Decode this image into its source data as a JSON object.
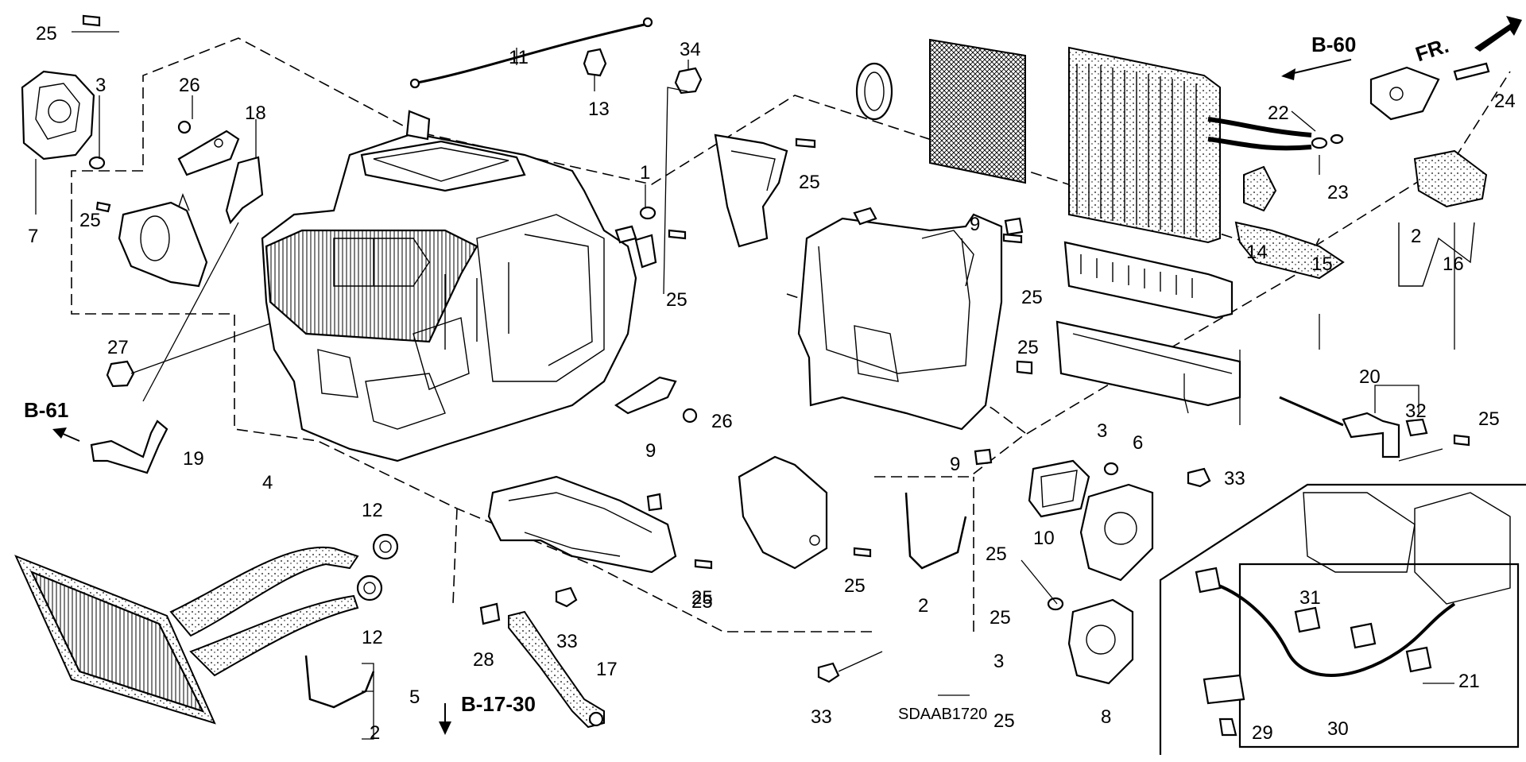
{
  "diagram_code": "SDAAB1720",
  "front_indicator": "FR.",
  "references": [
    {
      "id": "ref-b60",
      "label": "B-60"
    },
    {
      "id": "ref-b61",
      "label": "B-61"
    },
    {
      "id": "ref-b1730",
      "label": "B-17-30"
    }
  ],
  "callouts": {
    "c1": "1",
    "c2a": "2",
    "c2b": "2",
    "c2c": "2",
    "c3a": "3",
    "c3b": "3",
    "c3c": "3",
    "c4": "4",
    "c5": "5",
    "c6": "6",
    "c7": "7",
    "c8": "8",
    "c9a": "9",
    "c9b": "9",
    "c9c": "9",
    "c10": "10",
    "c11": "11",
    "c12a": "12",
    "c12b": "12",
    "c13": "13",
    "c14": "14",
    "c15": "15",
    "c16": "16",
    "c17": "17",
    "c18": "18",
    "c19": "19",
    "c20": "20",
    "c21": "21",
    "c22": "22",
    "c23": "23",
    "c24": "24",
    "c25a": "25",
    "c25b": "25",
    "c25c": "25",
    "c25d": "25",
    "c25e": "25",
    "c25f": "25",
    "c25g": "25",
    "c25h": "25",
    "c25i": "25",
    "c25j": "25",
    "c25k": "25",
    "c26a": "26",
    "c26b": "26",
    "c27": "27",
    "c28": "28",
    "c29": "29",
    "c30": "30",
    "c31": "31",
    "c32": "32",
    "c33a": "33",
    "c33b": "33",
    "c33c": "33",
    "c34": "34"
  }
}
